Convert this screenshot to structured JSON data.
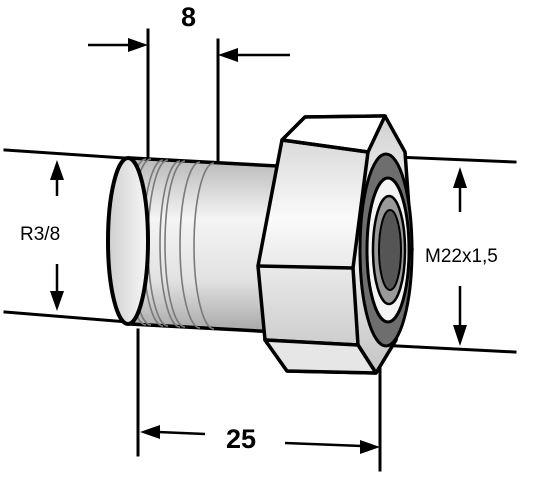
{
  "dimensions": {
    "top": {
      "label": "8"
    },
    "left": {
      "label": "R3/8"
    },
    "right": {
      "label": "M22x1,5"
    },
    "bottom": {
      "label": "25"
    }
  },
  "colors": {
    "outline": "#000000",
    "body_light": "#f2f2f2",
    "body_shade": "#bdbdbd",
    "bore_dark": "#555555"
  }
}
